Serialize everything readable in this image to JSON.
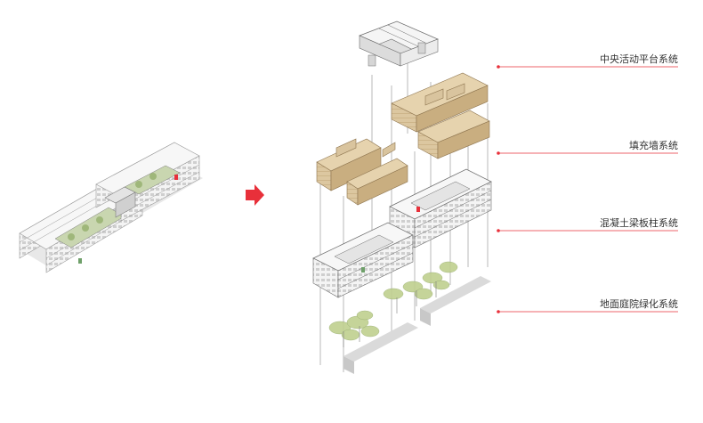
{
  "labels": {
    "central_platform": "中央活动平台系统",
    "infill_wall": "填充墙系统",
    "concrete_frame": "混凝土梁板柱系统",
    "courtyard_green": "地面庭院绿化系统"
  },
  "colors": {
    "accent": "#e8303a",
    "wall_block": "#d9c49e",
    "wall_block_dark": "#b79c70",
    "slab": "#f2f2f2",
    "slab_edge": "#8c8c8c",
    "shadow": "#d7d7d7",
    "tree": "#b8c98a",
    "text": "#333333"
  },
  "icons": {
    "arrow": "right-arrow-icon"
  }
}
